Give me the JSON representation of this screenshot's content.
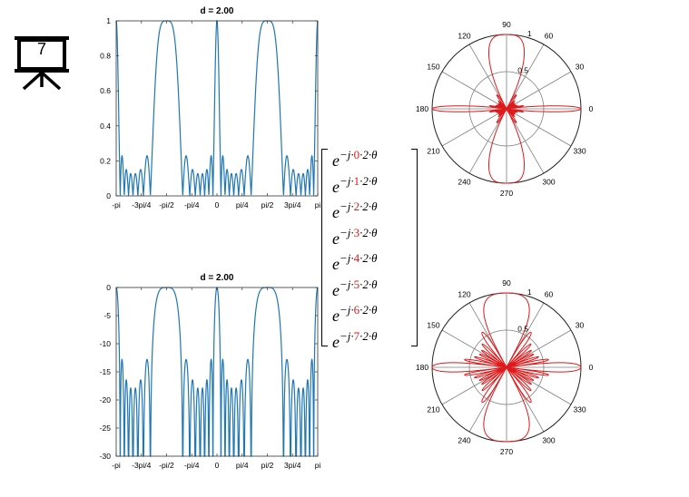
{
  "slide_number": "7",
  "colors": {
    "line_blue": "#1f77b4",
    "polar_red": "#e0191b",
    "grid": "#7f7f7f"
  },
  "chart_data": [
    {
      "type": "line",
      "title": "d = 2.00",
      "xlabel": "",
      "ylabel": "",
      "xlim": [
        -3.14159,
        3.14159
      ],
      "ylim": [
        0,
        1
      ],
      "x_tick_labels": [
        "-pi",
        "-3pi/4",
        "-pi/2",
        "-pi/4",
        "0",
        "pi/4",
        "pi/2",
        "3pi/4",
        "pi"
      ],
      "y_tick_labels": [
        "0",
        "0.2",
        "0.4",
        "0.6",
        "0.8",
        "1"
      ],
      "y_ticks": [
        0,
        0.2,
        0.4,
        0.6,
        0.8,
        1
      ],
      "series_description": "array factor |sin(8u)/(8 sin u)| with u = pi*d*sin(theta)/2, N=8, d=2",
      "N": 8,
      "d": 2.0,
      "scale": "linear"
    },
    {
      "type": "line",
      "title": "d = 2.00",
      "xlabel": "",
      "ylabel": "",
      "xlim": [
        -3.14159,
        3.14159
      ],
      "ylim": [
        -30,
        0
      ],
      "x_tick_labels": [
        "-pi",
        "-3pi/4",
        "-pi/2",
        "-pi/4",
        "0",
        "pi/4",
        "pi/2",
        "3pi/4",
        "pi"
      ],
      "y_tick_labels": [
        "-30",
        "-25",
        "-20",
        "-15",
        "-10",
        "-5",
        "0"
      ],
      "y_ticks": [
        -30,
        -25,
        -20,
        -15,
        -10,
        -5,
        0
      ],
      "N": 8,
      "d": 2.0,
      "scale": "dB"
    }
  ],
  "polar": {
    "angle_labels": [
      "0",
      "30",
      "60",
      "90",
      "120",
      "150",
      "180",
      "210",
      "240",
      "270",
      "300",
      "330"
    ],
    "radius_labels": [
      "0.5",
      "1"
    ],
    "top_scale": "linear",
    "bottom_scale": "dB"
  },
  "matrix": {
    "rows": [
      {
        "k": "0"
      },
      {
        "k": "1"
      },
      {
        "k": "2"
      },
      {
        "k": "3"
      },
      {
        "k": "4"
      },
      {
        "k": "5"
      },
      {
        "k": "6"
      },
      {
        "k": "7"
      }
    ],
    "base": "e",
    "exp_prefix": "−j·",
    "exp_suffix": "·2·θ"
  }
}
